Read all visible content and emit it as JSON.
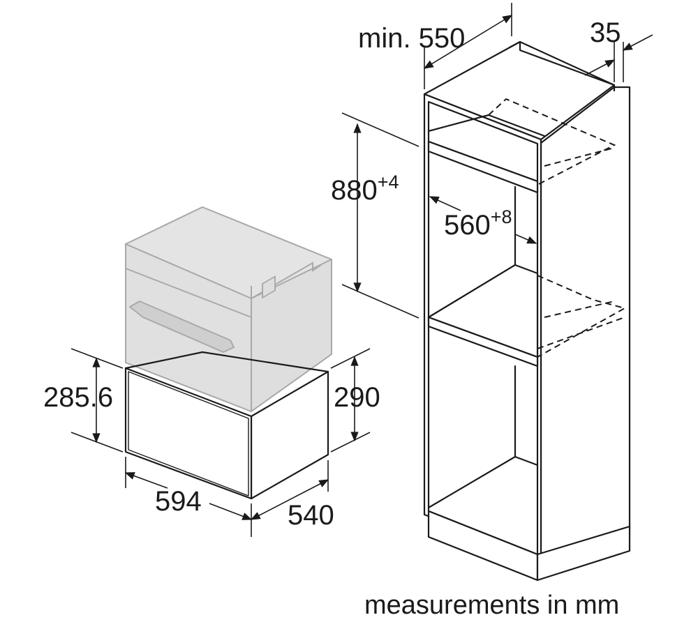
{
  "diagram": {
    "dimensions": {
      "cabinet_depth": "min. 550",
      "panel_thickness": "35",
      "niche_height_value": "880",
      "niche_height_tolerance": "+4",
      "niche_width_value": "560",
      "niche_width_tolerance": "+8",
      "drawer_front_height": "285.6",
      "drawer_body_height": "290",
      "drawer_width": "594",
      "drawer_depth": "540"
    },
    "caption": "measurements in mm"
  }
}
